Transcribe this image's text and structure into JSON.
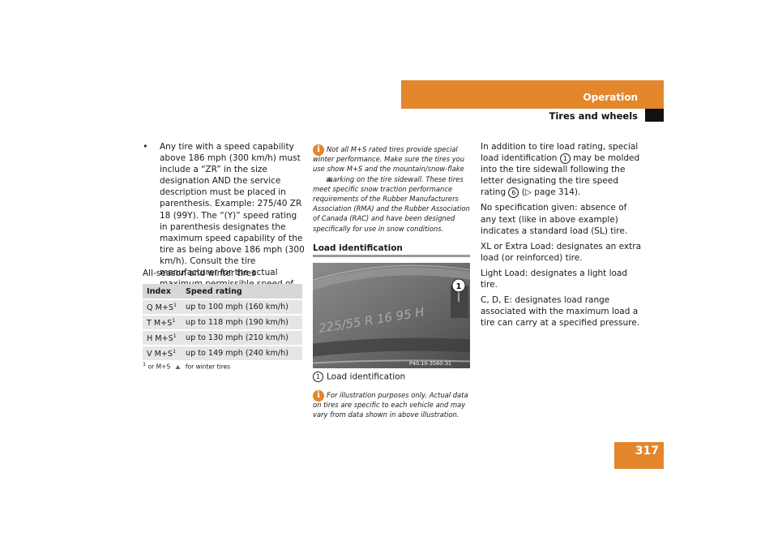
{
  "header": {
    "section": "Operation",
    "subsection": "Tires and wheels"
  },
  "page_number": "317",
  "col1": {
    "bullet": "Any tire with a speed capability above 186 mph (300 km/h) must include a “ZR” in the size designation AND the service description must be placed in parenthesis. Example: 275/40 ZR 18 (99Y). The “(Y)” speed rating in parenthesis designates the maximum speed capability of the tire as being above 186 mph (300 km/h). Consult the tire manufacturer for the actual maximum permissible speed of the tire.",
    "allseason_label": "All-season and winter tires",
    "table": {
      "headers": [
        "Index",
        "Speed rating"
      ],
      "rows": [
        {
          "index": "Q   M+S",
          "rating": "up to 100 mph (160 km/h)"
        },
        {
          "index": "T   M+S",
          "rating": "up to 118 mph (190 km/h)"
        },
        {
          "index": "H   M+S",
          "rating": "up to 130 mph (210 km/h)"
        },
        {
          "index": "V   M+S",
          "rating": "up to 149 mph (240 km/h)"
        }
      ],
      "sup": "1"
    },
    "footnote": {
      "mark": "1",
      "pre": "or M+S",
      "post": "for winter tires"
    }
  },
  "col2": {
    "note1_a": "Not all M+S rated tires provide special winter performance. Make sure the tires you use show M+S and the mountain/snow-flake",
    "note1_b": "marking on the tire sidewall. These tires meet specific snow traction performance requirements of the Rubber Manufacturers Association (RMA) and the Rubber Association of Canada (RAC) and have been designed specifically for use in snow conditions.",
    "load_heading": "Load identification",
    "photo_text": "225/55 R 16 95 H",
    "photo_callout": "1",
    "photo_code": "P40.10-3560-31",
    "caption_num": "1",
    "caption": "Load identification",
    "note2": "For illustration purposes only. Actual data on tires are specific to each vehicle and may vary from data shown in above illustration.",
    "info_icon": "i"
  },
  "col3": {
    "p1_a": "In addition to tire load rating, special load identification",
    "p1_num1": "1",
    "p1_b": "may be molded into the tire sidewall following the letter designating the tire speed rating",
    "p1_num2": "6",
    "p1_c": "(▷ page 314).",
    "p2": "No specification given: absence of any text (like in above example) indicates a standard load (SL) tire.",
    "p3": "XL or Extra Load: designates an extra load (or reinforced) tire.",
    "p4": "Light Load: designates a light load tire.",
    "p5": "C, D, E: designates load range associated with the maximum load a tire can carry at a specified pressure."
  },
  "colors": {
    "accent": "#e3862c"
  }
}
